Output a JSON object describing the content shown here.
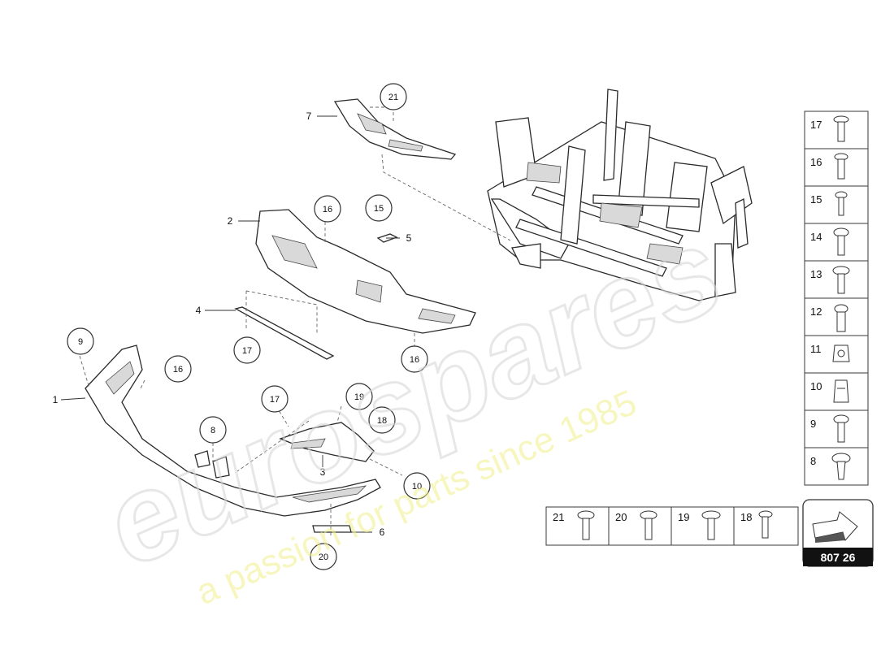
{
  "diagram": {
    "page_code": "807 26",
    "callouts": {
      "c21": "21",
      "c16a": "16",
      "c15": "15",
      "c9": "9",
      "c16b": "16",
      "c17a": "17",
      "c16c": "16",
      "c17b": "17",
      "c19": "19",
      "c18": "18",
      "c8": "8",
      "c10": "10",
      "c20": "20"
    },
    "labels": {
      "l1": "1",
      "l2": "2",
      "l3": "3",
      "l4": "4",
      "l5": "5",
      "l6": "6",
      "l7": "7"
    },
    "fastener_column": [
      "17",
      "16",
      "15",
      "14",
      "13",
      "12",
      "11",
      "10",
      "9",
      "8"
    ],
    "fastener_row": [
      "21",
      "20",
      "19",
      "18"
    ]
  },
  "watermark": {
    "brand": "eurospares",
    "tagline": "a passion for parts since 1985"
  }
}
